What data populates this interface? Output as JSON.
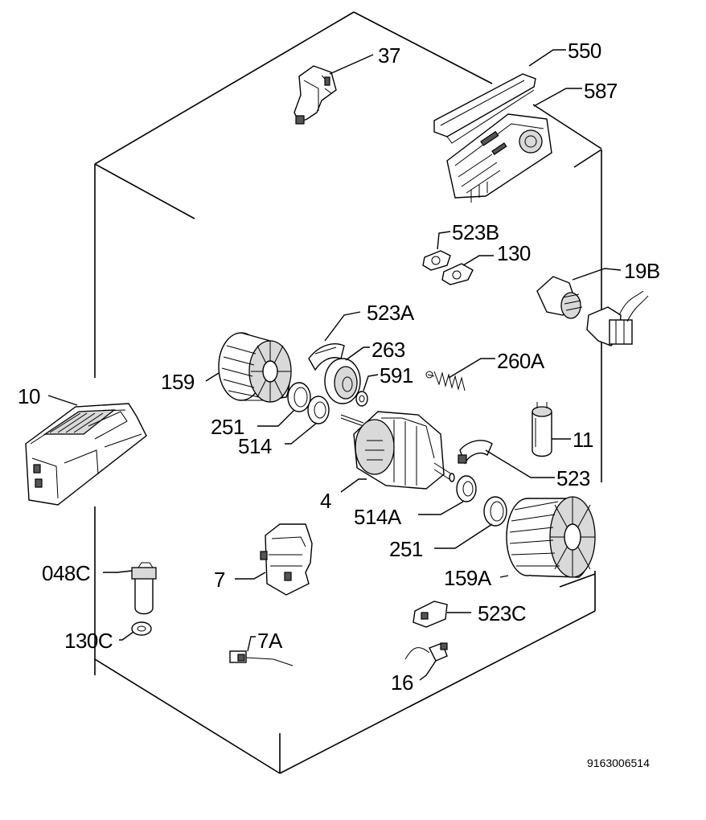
{
  "labels": {
    "p37": "37",
    "p550": "550",
    "p587": "587",
    "p523b": "523B",
    "p130": "130",
    "p19b": "19B",
    "p523a": "523A",
    "p263": "263",
    "p591": "591",
    "p260a": "260A",
    "p159": "159",
    "p10": "10",
    "p251a": "251",
    "p514": "514",
    "p11": "11",
    "p523": "523",
    "p4": "4",
    "p514a": "514A",
    "p251b": "251",
    "p7": "7",
    "p159a": "159A",
    "p048c": "048C",
    "p523c": "523C",
    "p130c": "130C",
    "p7a": "7A",
    "p16": "16"
  },
  "doc_number": "9163006514",
  "colors": {
    "line": "#000000",
    "background": "#ffffff"
  }
}
